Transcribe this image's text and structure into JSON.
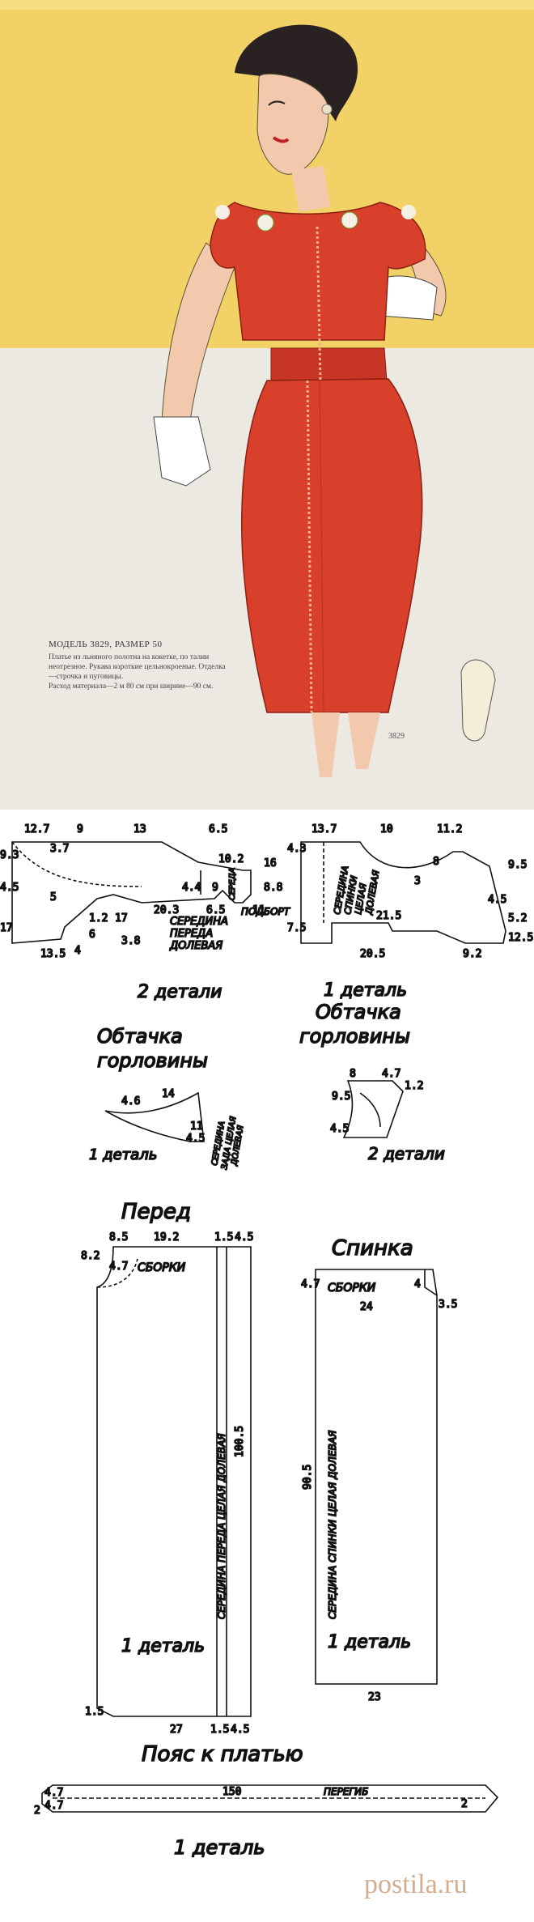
{
  "model": {
    "title": "МОДЕЛЬ 3829, РАЗМЕР 50",
    "desc": "Платье из льняного полотна на кокетке, по талии неотрезное. Рукава короткие цельнокроеные. Отделка—строчка и пуговицы.",
    "fabric": "Расход материала—2 м 80 см при ширине—90 см.",
    "number": "3829"
  },
  "pieces": {
    "yoke_front": {
      "count": "2 детали",
      "labels": [
        "СЕРЕДИНА",
        "ПЕРЕДА",
        "ДОЛЕВАЯ"
      ],
      "podbort": "ПОДБОРТ",
      "sereda": "СЕРЕДА",
      "dims": [
        "12.7",
        "9",
        "13",
        "6.5",
        "3.7",
        "9.3",
        "4.5",
        "5",
        "17",
        "13.5",
        "4",
        "1.2",
        "6",
        "17",
        "20.3",
        "6.5",
        "11",
        "10.2",
        "4.4",
        "9",
        "8.8",
        "16",
        "3.8"
      ]
    },
    "yoke_back": {
      "count": "1 деталь",
      "labels": [
        "СЕРЕДИНА",
        "СПИНКИ",
        "ЦЕЛАЯ",
        "ДОЛЕВАЯ"
      ],
      "dims": [
        "13.7",
        "10",
        "11.2",
        "4.3",
        "8",
        "3",
        "4.5",
        "5.2",
        "9.5",
        "12.5",
        "7.5",
        "21.5",
        "20.5",
        "9.2"
      ]
    },
    "facing_back": {
      "title_1": "Обтачка",
      "title_2": "горловины",
      "count": "1 деталь",
      "labels": [
        "СЕРЕДИНА",
        "ЗАДА ЦЕЛАЯ",
        "ДОЛЕВАЯ"
      ],
      "dims": [
        "4.6",
        "14",
        "11",
        "4.5"
      ]
    },
    "facing_front": {
      "title_1": "Обтачка",
      "title_2": "горловины",
      "count": "2 детали",
      "dims": [
        "8",
        "4.7",
        "1.2",
        "9.5",
        "4.5"
      ]
    },
    "front": {
      "title": "Перед",
      "count": "1 деталь",
      "gathers": "СБОРКИ",
      "label": "СЕРЕДИНА ПЕРЕДА ЦЕЛАЯ ДОЛЕВАЯ",
      "dims": [
        "8.5",
        "19.2",
        "1.5",
        "4.5",
        "8.2",
        "4.7",
        "100.5",
        "1.5",
        "27",
        "1.5",
        "4.5"
      ]
    },
    "back": {
      "title": "Спинка",
      "count": "1 деталь",
      "gathers": "СБОРКИ",
      "label": "СЕРЕДИНА СПИНКИ ЦЕЛАЯ ДОЛЕВАЯ",
      "dims": [
        "4.7",
        "4",
        "24",
        "3.5",
        "90.5",
        "23"
      ]
    },
    "belt": {
      "title": "Пояс к платью",
      "count": "1 деталь",
      "fold": "ПЕРЕГИБ",
      "dims": [
        "150",
        "4.7",
        "4.7",
        "2",
        "2"
      ]
    }
  },
  "watermark": "postila.ru",
  "colors": {
    "dress": "#d9402c",
    "dress_shade": "#b5311f",
    "bg_yellow": "#f2d266",
    "bg_pale": "#ece9e3",
    "skin": "#f3c9ad",
    "line": "#111111"
  }
}
